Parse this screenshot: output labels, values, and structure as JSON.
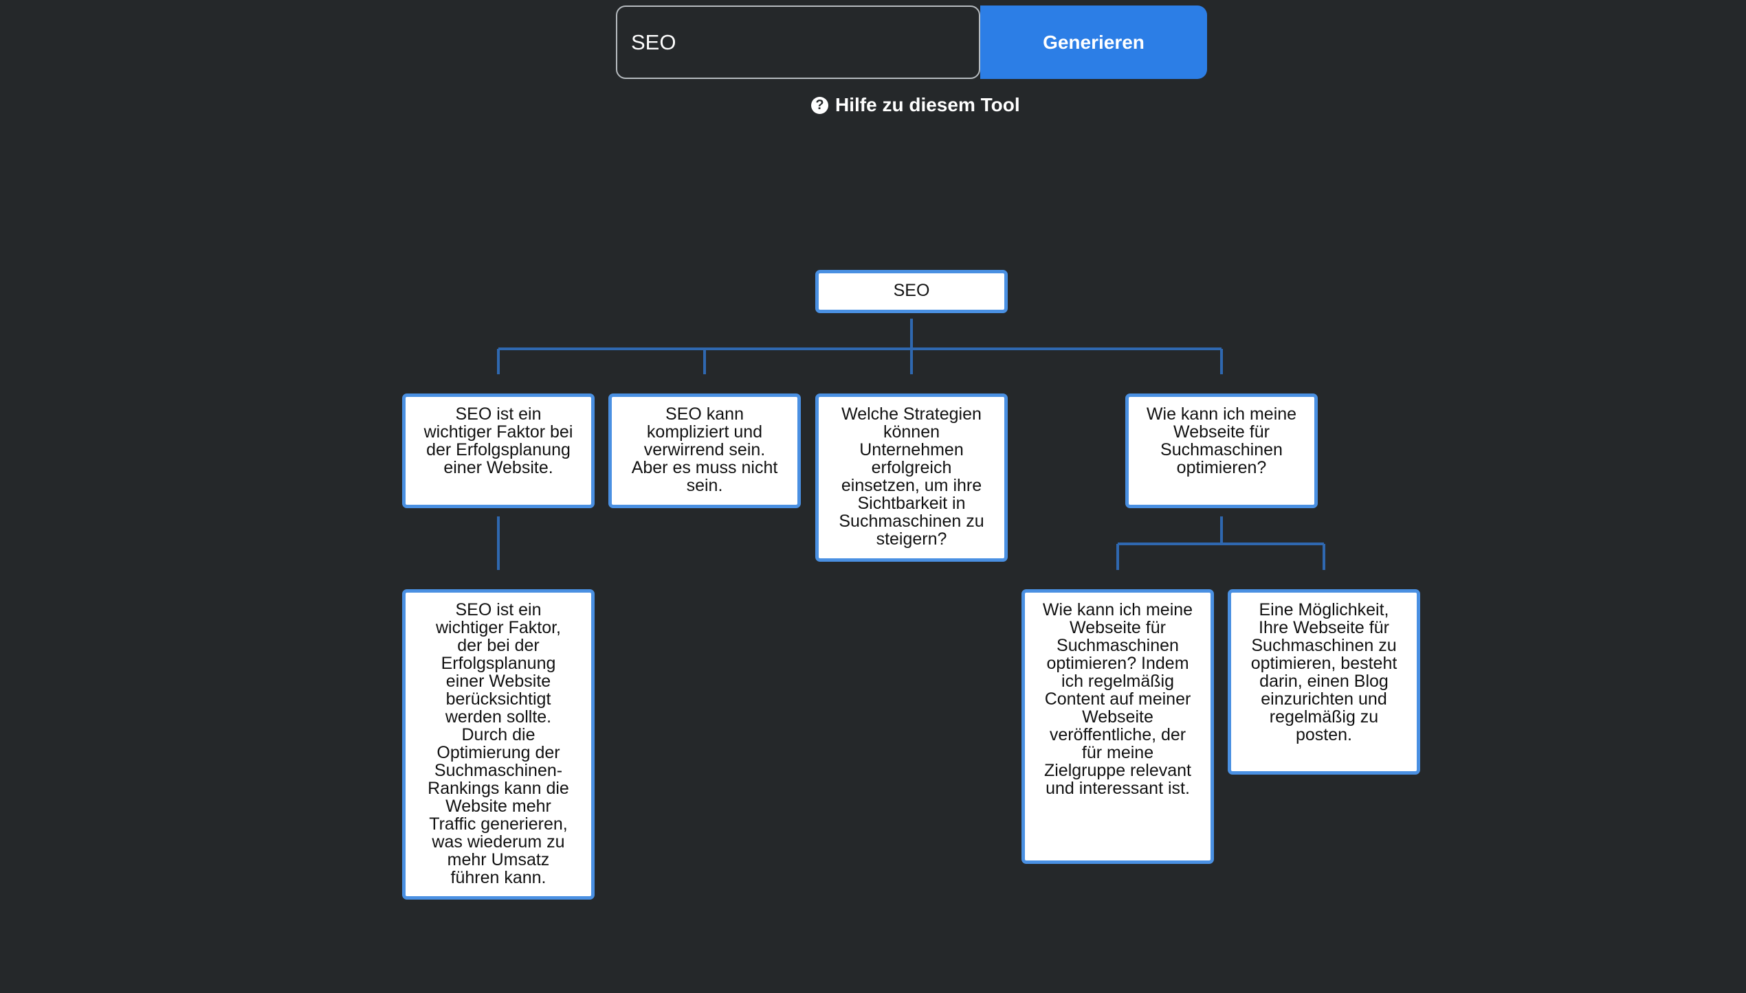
{
  "form": {
    "search_value": "SEO",
    "generate_label": "Generieren",
    "help_icon_glyph": "?",
    "help_label": "Hilfe zu diesem Tool"
  },
  "tree": {
    "root": "SEO",
    "children": [
      {
        "text": "SEO ist ein wichtiger Faktor bei der Erfolgsplanung einer Website.",
        "children": [
          {
            "text": "SEO ist ein wichtiger Faktor, der bei der Erfolgsplanung einer Website berücksichtigt werden sollte. Durch die Optimierung der Suchmaschinen-Rankings kann die Website mehr Traffic generieren, was wiederum zu mehr Umsatz führen kann."
          }
        ]
      },
      {
        "text": "SEO kann kompliziert und verwirrend sein. Aber es muss nicht sein."
      },
      {
        "text": "Welche Strategien können Unternehmen erfolgreich einsetzen, um ihre Sichtbarkeit in Suchmaschinen zu steigern?"
      },
      {
        "text": "Wie kann ich meine Webseite für Suchmaschinen optimieren?",
        "children": [
          {
            "text": "Wie kann ich meine Webseite für Suchmaschinen optimieren? Indem ich regelmäßig Content auf meiner Webseite veröffentliche, der für meine Zielgruppe relevant und interessant ist."
          },
          {
            "text": "Eine Möglichkeit, Ihre Webseite für Suchmaschinen zu optimieren, besteht darin, einen Blog einzurichten und regelmäßig zu posten."
          }
        ]
      }
    ]
  },
  "colors": {
    "background": "#25282a",
    "accent": "#2c7ee6",
    "node_border": "#4a90e2",
    "connector": "#2f68b0"
  }
}
